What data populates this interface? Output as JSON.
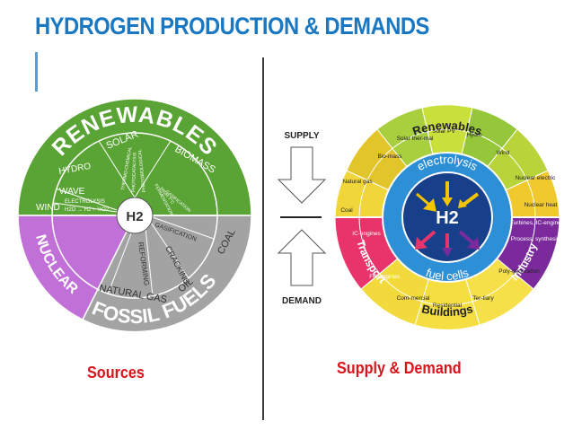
{
  "title": "HYDROGEN PRODUCTION & DEMANDS",
  "captions": {
    "left": "Sources",
    "right": "Supply & Demand"
  },
  "colors": {
    "title": "#1a78c2",
    "caption": "#d9141b",
    "renewables": "#5aa335",
    "nuclear": "#c070d6",
    "fossil": "#a3a3a3"
  },
  "sources_wheel": {
    "top": "RENEWABLES",
    "bottom": "FOSSIL FUELS",
    "left": "NUCLEAR",
    "hub": "H2",
    "segments": [
      "SOLAR",
      "BIOMASS",
      "HYDRO",
      "WAVE",
      "WIND",
      "ELECTROLYSIS",
      "H2O → H2 + ½O2",
      "GASIFICATION",
      "COAL",
      "CRACKING",
      "OIL",
      "REFORMING",
      "NATURAL GAS"
    ],
    "sub_segments": [
      "THERMO-CHEMICAL",
      "PHOTOCATALYSIS",
      "PHOTOBIOLOGICAL",
      "FERMENTATION",
      "HIGH T°C",
      "GASIFICATION"
    ]
  },
  "supply_demand": {
    "supply_label": "SUPPLY",
    "demand_label": "DEMAND",
    "top_arc": "Renewables",
    "bottom_arc": "Buildings",
    "left_arc": "Transport",
    "right_arc": "Industry",
    "hub": "H2",
    "inner_top": "electrolysis",
    "inner_bottom": "fuel cells",
    "sectors": [
      "Bio-mass",
      "Solar ther-mal",
      "Solar PV",
      "Hydro",
      "Wind",
      "Nuclear electric",
      "Natural gas",
      "Nuclear heat",
      "Coal",
      "Turbines, IC-engines",
      "IC-engines",
      "Process, synthesis",
      "FC-engines",
      "Poly-generation",
      "Com-mercial",
      "Residential",
      "Ter-tiary"
    ]
  }
}
